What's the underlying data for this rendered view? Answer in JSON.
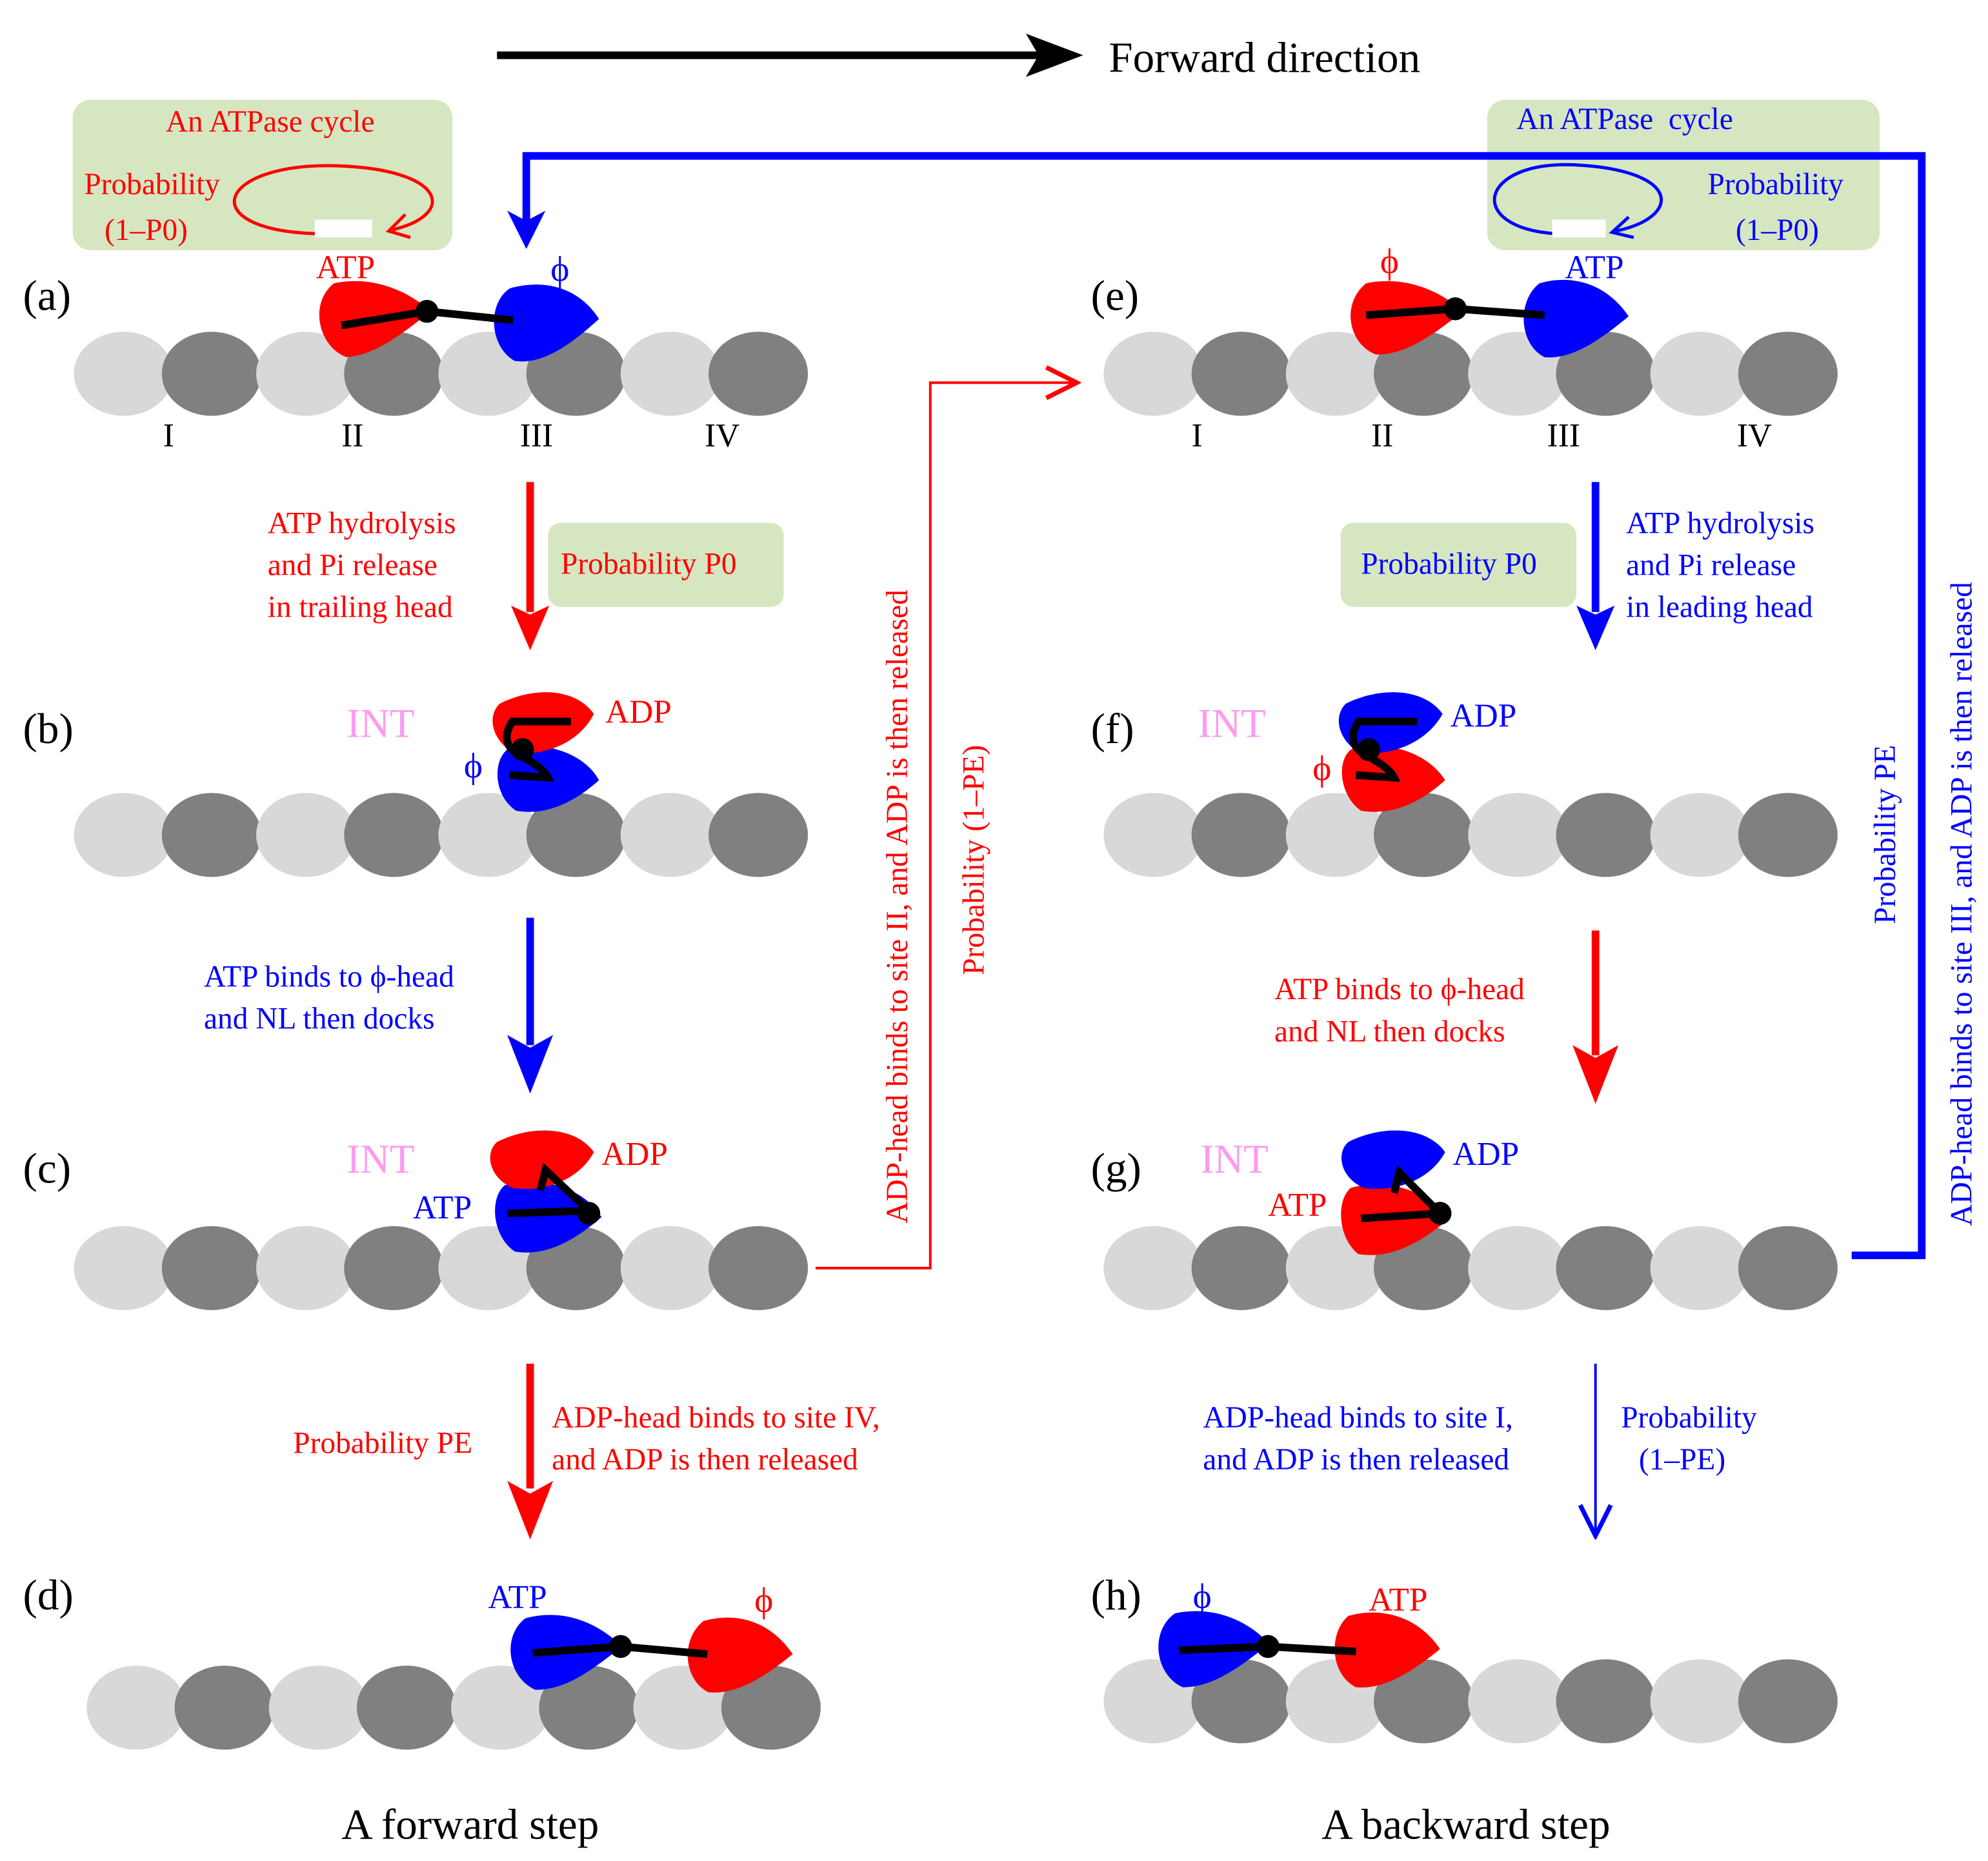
{
  "header": {
    "direction_label": "Forward direction"
  },
  "colors": {
    "red": "#ff0000",
    "blue": "#0000ff",
    "pink": "#ff99ee",
    "green_box": "#d6e6c1",
    "light_site": "#d8d8d8",
    "dark_site": "#808080",
    "black": "#000000"
  },
  "cycle_left": {
    "title": "An ATPase cycle",
    "prob": "Probability",
    "prob_expr": "(1–P0)"
  },
  "cycle_right": {
    "title": "An ATPase  cycle",
    "prob": "Probability",
    "prob_expr": "(1–P0)"
  },
  "sites": [
    "I",
    "II",
    "III",
    "IV"
  ],
  "panels": {
    "a": {
      "label": "(a)",
      "head_left": "ATP",
      "head_right": "ϕ"
    },
    "b": {
      "label": "(b)",
      "int": "INT",
      "upper": "ADP",
      "lower": "ϕ"
    },
    "c": {
      "label": "(c)",
      "int": "INT",
      "upper": "ADP",
      "lower": "ATP"
    },
    "d": {
      "label": "(d)",
      "head_left": "ATP",
      "head_right": "ϕ"
    },
    "e": {
      "label": "(e)",
      "head_left": "ϕ",
      "head_right": "ATP"
    },
    "f": {
      "label": "(f)",
      "int": "INT",
      "upper": "ADP",
      "lower": "ϕ"
    },
    "g": {
      "label": "(g)",
      "int": "INT",
      "upper": "ADP",
      "lower": "ATP"
    },
    "h": {
      "label": "(h)",
      "head_left": "ϕ",
      "head_right": "ATP"
    }
  },
  "transitions": {
    "a_b": {
      "lines": [
        "ATP hydrolysis",
        "and Pi release",
        "in trailing head"
      ],
      "prob": "Probability P0"
    },
    "b_c": {
      "lines": [
        "ATP binds to ϕ-head",
        "and NL then docks"
      ]
    },
    "c_d": {
      "prob": "Probability PE",
      "lines": [
        "ADP-head binds to site IV,",
        "and ADP is then released"
      ]
    },
    "c_e": {
      "line1": "ADP-head binds to site II, and ADP is then released",
      "line2": "Probability (1–PE)"
    },
    "e_f": {
      "prob": "Probability P0",
      "lines": [
        "ATP hydrolysis",
        "and Pi release",
        "in leading head"
      ]
    },
    "f_g": {
      "lines": [
        "ATP binds to ϕ-head",
        "and NL then docks"
      ]
    },
    "g_h": {
      "lines": [
        "ADP-head binds to site I,",
        "and ADP is then released"
      ],
      "prob_lines": [
        "Probability",
        "(1–PE)"
      ]
    },
    "g_a": {
      "line1": "Probability PE",
      "line2": "ADP-head binds to site III, and ADP is then released"
    }
  },
  "footer": {
    "left": "A forward step",
    "right": "A backward step"
  }
}
